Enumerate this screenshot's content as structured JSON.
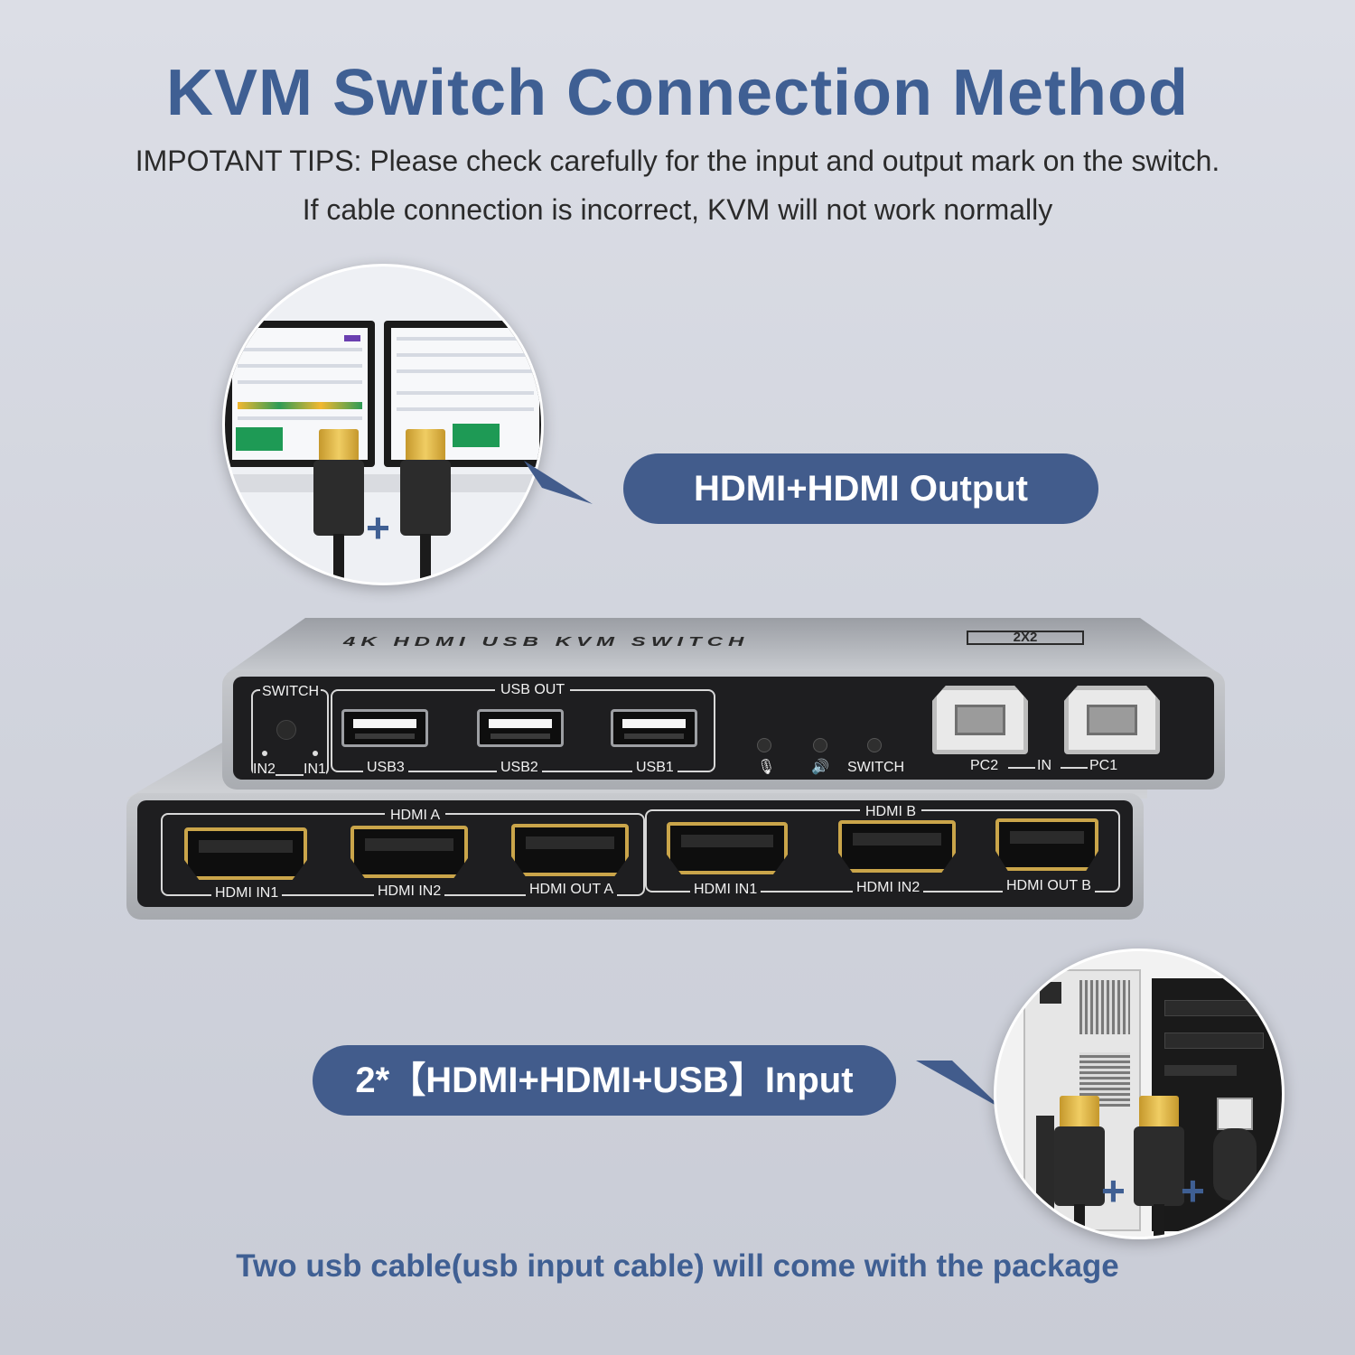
{
  "title": "KVM Switch Connection Method",
  "tips": {
    "line1": "IMPOTANT TIPS: Please check carefully for the input and output mark on the switch.",
    "line2": "If cable connection is incorrect, KVM will not work normally"
  },
  "output_callout": {
    "label": "HDMI+HDMI Output",
    "plus": "+"
  },
  "input_callout": {
    "label": "2*【HDMI+HDMI+USB】Input",
    "plus": "+"
  },
  "device": {
    "top_print": "4K HDMI USB KVM SWITCH",
    "model": "2X2",
    "upper_panel": {
      "switch_label": "SWITCH",
      "in2": "IN2",
      "in1": "IN1",
      "usb_out": "USB OUT",
      "usb_ports": [
        "USB3",
        "USB2",
        "USB1"
      ],
      "switch_text": "SWITCH",
      "mic_icon": "microphone-icon",
      "speaker_icon": "speaker-icon",
      "pc2": "PC2",
      "in": "IN",
      "pc1": "PC1"
    },
    "lower_panel": {
      "hdmi_a": "HDMI A",
      "hdmi_b": "HDMI B",
      "ports_a": [
        "HDMI IN1",
        "HDMI IN2",
        "HDMI OUT A"
      ],
      "ports_b": [
        "HDMI IN1",
        "HDMI IN2",
        "HDMI OUT B"
      ]
    }
  },
  "footer": "Two usb cable(usb input cable) will come with the package",
  "colors": {
    "accent": "#3f5f93",
    "pill": "#425c8c",
    "hdmi_gold": "#caa54a"
  }
}
